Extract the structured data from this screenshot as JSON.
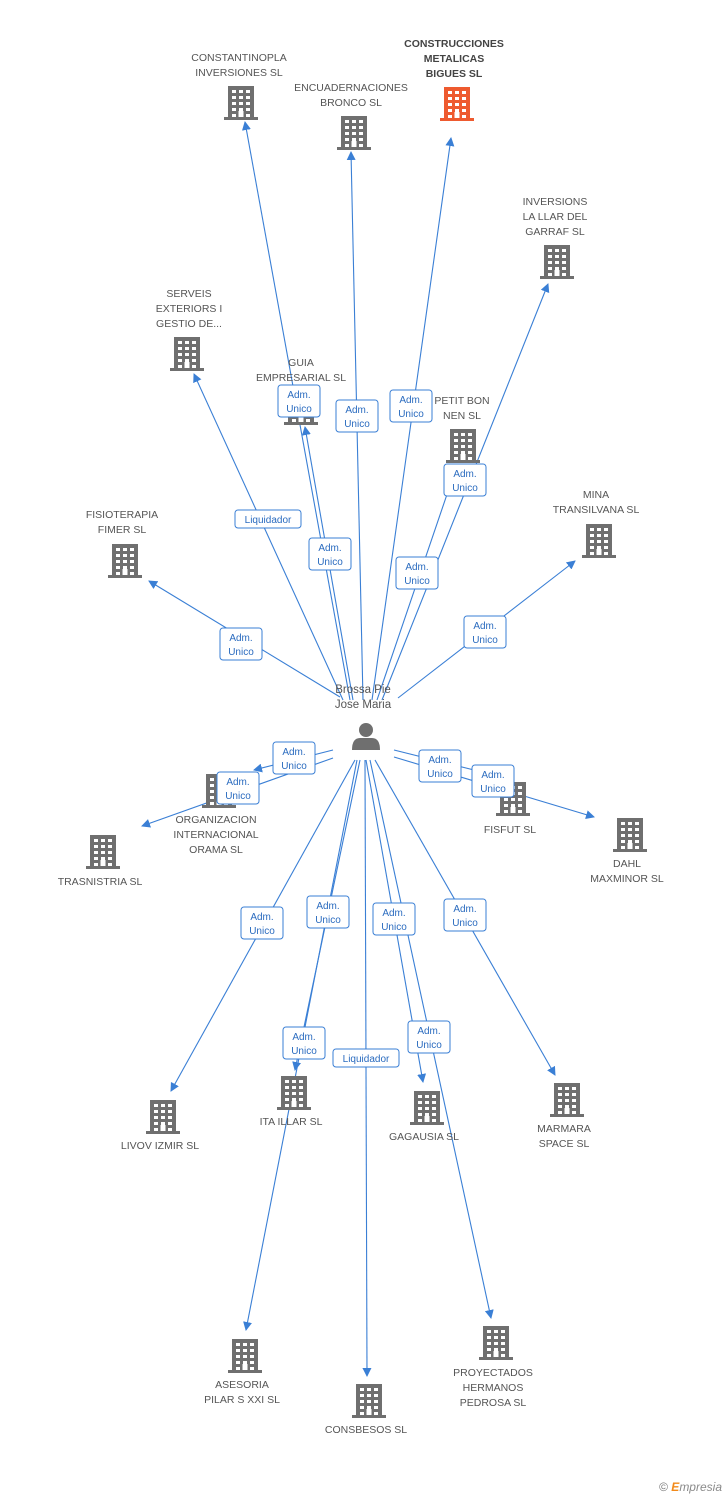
{
  "person": {
    "name_lines": [
      "Brossa Pie",
      "Jose Maria"
    ],
    "icon": "person-icon"
  },
  "colors": {
    "edge": "#3a7fd5",
    "building": "#6f6f6f",
    "building_focus": "#ee5a2f",
    "label": "#555555"
  },
  "nodes": [
    {
      "id": "constantinopla",
      "lines": [
        "CONSTANTINOPLA",
        "INVERSIONES SL"
      ],
      "focus": false,
      "icon": "building-icon"
    },
    {
      "id": "encuadernaciones",
      "lines": [
        "ENCUADERNACIONES",
        "BRONCO SL"
      ],
      "focus": false,
      "icon": "building-icon"
    },
    {
      "id": "construcciones",
      "lines": [
        "CONSTRUCCIONES",
        "METALICAS",
        "BIGUES SL"
      ],
      "focus": true,
      "icon": "building-icon"
    },
    {
      "id": "inversions",
      "lines": [
        "INVERSIONS",
        "LA LLAR DEL",
        "GARRAF SL"
      ],
      "focus": false,
      "icon": "building-icon"
    },
    {
      "id": "serveis",
      "lines": [
        "SERVEIS",
        "EXTERIORS I",
        "GESTIO DE..."
      ],
      "focus": false,
      "icon": "building-icon"
    },
    {
      "id": "guia",
      "lines": [
        "GUIA",
        "EMPRESARIAL SL"
      ],
      "focus": false,
      "icon": "building-icon"
    },
    {
      "id": "petitbon",
      "lines": [
        "PETIT BON",
        "NEN SL"
      ],
      "focus": false,
      "icon": "building-icon"
    },
    {
      "id": "fisioterapia",
      "lines": [
        "FISIOTERAPIA",
        "FIMER SL"
      ],
      "focus": false,
      "icon": "building-icon"
    },
    {
      "id": "mina",
      "lines": [
        "MINA",
        "TRANSILVANA SL"
      ],
      "focus": false,
      "icon": "building-icon"
    },
    {
      "id": "organizacion",
      "lines": [
        "ORGANIZACION",
        "INTERNACIONAL",
        "ORAMA SL"
      ],
      "focus": false,
      "icon": "building-icon"
    },
    {
      "id": "trasnistria",
      "lines": [
        "TRASNISTRIA SL"
      ],
      "focus": false,
      "icon": "building-icon"
    },
    {
      "id": "fisfut",
      "lines": [
        "FISFUT SL"
      ],
      "focus": false,
      "icon": "building-icon"
    },
    {
      "id": "dahl",
      "lines": [
        "DAHL",
        "MAXMINOR SL"
      ],
      "focus": false,
      "icon": "building-icon"
    },
    {
      "id": "livov",
      "lines": [
        "LIVOV IZMIR SL"
      ],
      "focus": false,
      "icon": "building-icon"
    },
    {
      "id": "itaillar",
      "lines": [
        "ITA ILLAR SL"
      ],
      "focus": false,
      "icon": "building-icon"
    },
    {
      "id": "gagausia",
      "lines": [
        "GAGAUSIA SL"
      ],
      "focus": false,
      "icon": "building-icon"
    },
    {
      "id": "marmara",
      "lines": [
        "MARMARA",
        "SPACE SL"
      ],
      "focus": false,
      "icon": "building-icon"
    },
    {
      "id": "asesoria",
      "lines": [
        "ASESORIA",
        "PILAR S XXI SL"
      ],
      "focus": false,
      "icon": "building-icon"
    },
    {
      "id": "consbesos",
      "lines": [
        "CONSBESOS SL"
      ],
      "focus": false,
      "icon": "building-icon"
    },
    {
      "id": "proyectados",
      "lines": [
        "PROYECTADOS",
        "HERMANOS",
        "PEDROSA SL"
      ],
      "focus": false,
      "icon": "building-icon"
    }
  ],
  "edges": [
    {
      "target": "constantinopla",
      "label": [
        "Adm.",
        "Unico"
      ]
    },
    {
      "target": "encuadernaciones",
      "label": [
        "Adm.",
        "Unico"
      ]
    },
    {
      "target": "construcciones",
      "label": [
        "Adm.",
        "Unico"
      ]
    },
    {
      "target": "inversions",
      "label": [
        "Adm.",
        "Unico"
      ]
    },
    {
      "target": "serveis",
      "label": [
        "Liquidador"
      ]
    },
    {
      "target": "guia",
      "label": [
        "Adm.",
        "Unico"
      ]
    },
    {
      "target": "petitbon",
      "label": [
        "Adm.",
        "Unico"
      ]
    },
    {
      "target": "fisioterapia",
      "label": [
        "Adm.",
        "Unico"
      ]
    },
    {
      "target": "mina",
      "label": [
        "Adm.",
        "Unico"
      ]
    },
    {
      "target": "organizacion",
      "label": [
        "Adm.",
        "Unico"
      ]
    },
    {
      "target": "trasnistria",
      "label": [
        "Adm.",
        "Unico"
      ]
    },
    {
      "target": "fisfut",
      "label": [
        "Adm.",
        "Unico"
      ]
    },
    {
      "target": "dahl",
      "label": [
        "Adm.",
        "Unico"
      ]
    },
    {
      "target": "livov",
      "label": [
        "Adm.",
        "Unico"
      ]
    },
    {
      "target": "itaillar",
      "label": [
        "Adm.",
        "Unico"
      ]
    },
    {
      "target": "gagausia",
      "label": [
        "Adm.",
        "Unico"
      ]
    },
    {
      "target": "marmara",
      "label": [
        "Adm.",
        "Unico"
      ]
    },
    {
      "target": "asesoria",
      "label": [
        "Adm.",
        "Unico"
      ]
    },
    {
      "target": "consbesos",
      "label": [
        "Liquidador"
      ]
    },
    {
      "target": "proyectados",
      "label": [
        "Adm.",
        "Unico"
      ]
    }
  ],
  "branding": {
    "copyright": "©",
    "logo_e": "E",
    "logo_rest": "mpresia",
    "icon": "empresia-logo-icon"
  }
}
